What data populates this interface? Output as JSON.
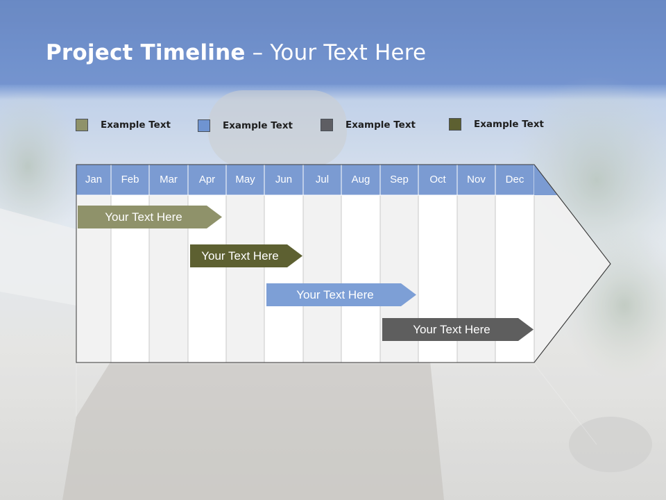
{
  "slide": {
    "title_bold": "Project Timeline",
    "title_rest": " – Your Text Here"
  },
  "legend": [
    {
      "label": "Example Text",
      "color": "#8f926a"
    },
    {
      "label": "Example Text",
      "color": "#6f94d1"
    },
    {
      "label": "Example Text",
      "color": "#5e5e63"
    },
    {
      "label": "Example Text",
      "color": "#5d6031"
    }
  ],
  "months": [
    "Jan",
    "Feb",
    "Mar",
    "Apr",
    "May",
    "Jun",
    "Jul",
    "Aug",
    "Sep",
    "Oct",
    "Nov",
    "Dec"
  ],
  "tasks": [
    {
      "label": "Your  Text Here",
      "start": "Jan",
      "end": "Apr",
      "color": "#8f926a"
    },
    {
      "label": "Your  Text Here",
      "start": "Apr",
      "end": "Jun",
      "color": "#5d6031"
    },
    {
      "label": "Your  Text Here",
      "start": "Jun",
      "end": "Sep",
      "color": "#7d9fd6"
    },
    {
      "label": "Your  Text Here",
      "start": "Sep",
      "end": "Dec",
      "color": "#5e5e5e"
    }
  ],
  "colors": {
    "header_blue": "#7b9bd2",
    "title_band": "#5a7fc3"
  }
}
